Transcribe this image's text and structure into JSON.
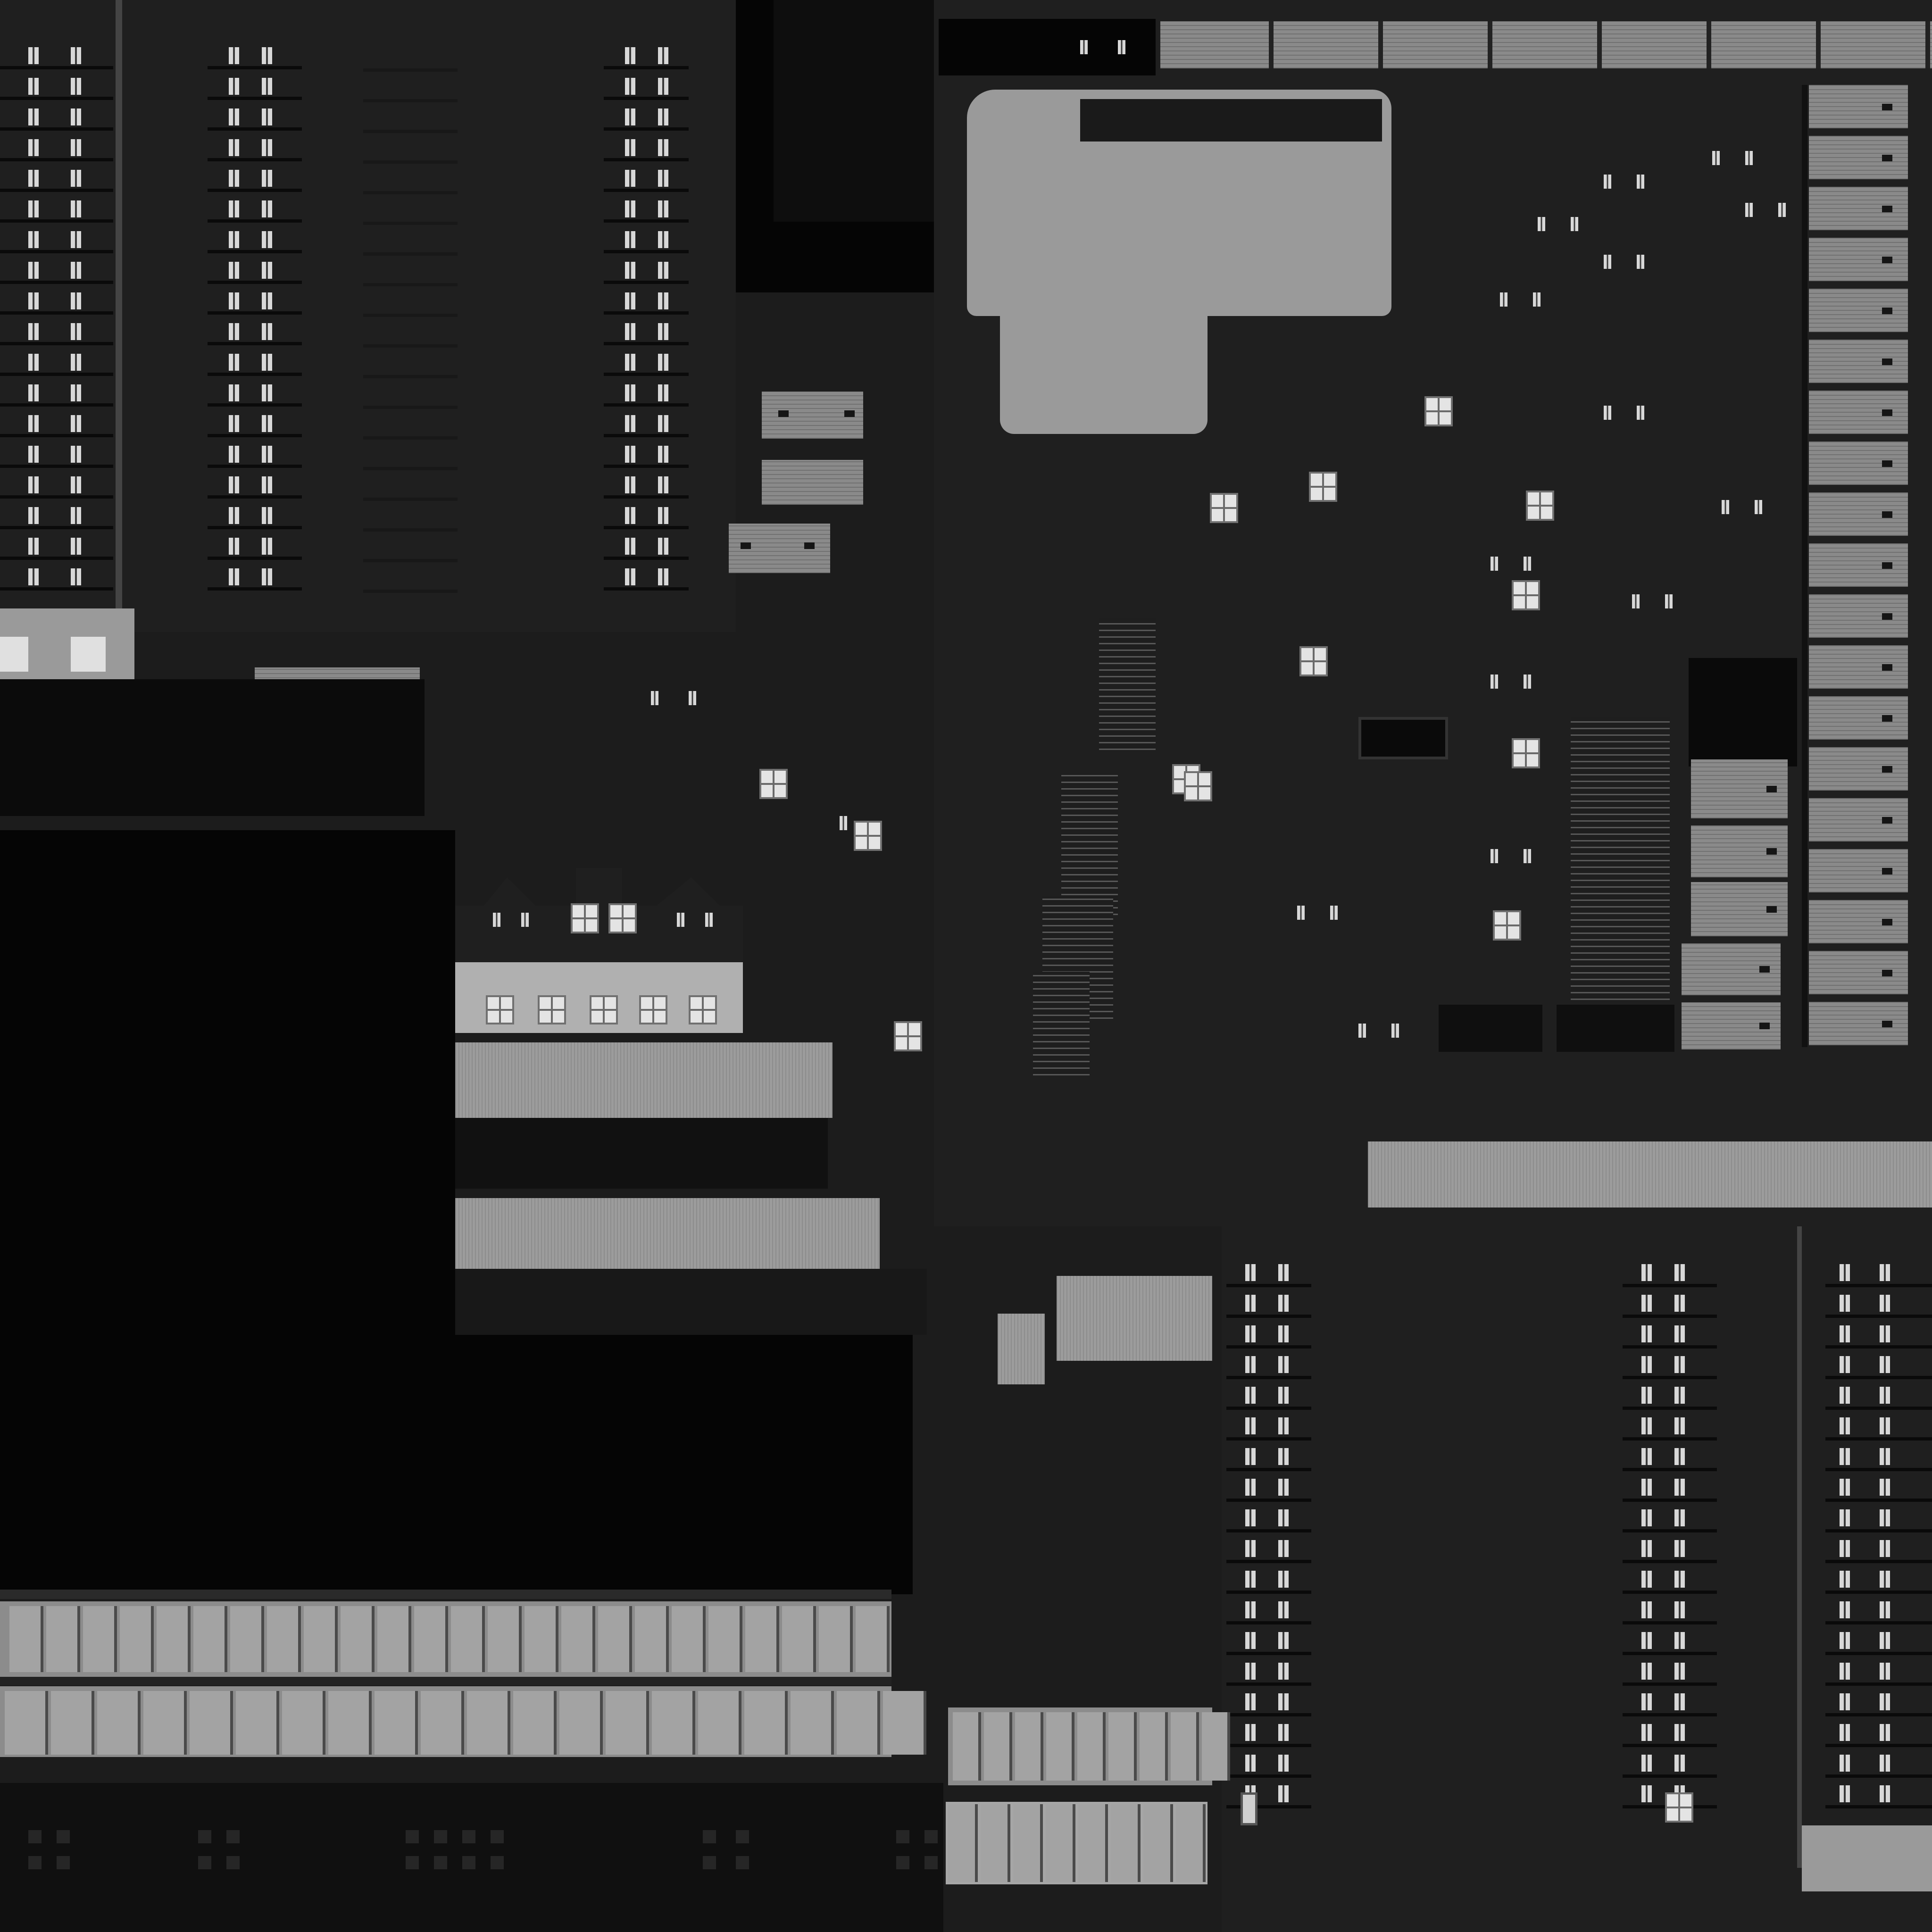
{
  "atlas": {
    "kind": "building-facade texture atlas",
    "printed_text": "",
    "palette": {
      "background": "#1c1c1c",
      "wall_dark": "#1f1f1f",
      "shadow": "#050505",
      "plaster": "#9a9a9a",
      "brick": "#8a8a8a",
      "window_glass": "#d8d8d8"
    },
    "regions": [
      "tower-facade-top-left",
      "tower-facade-bottom-right",
      "plaster-wall-top-center",
      "brick-strip-top-right",
      "brick-column-right",
      "storefront-strip-bottom-left",
      "storefront-strip-bottom-center",
      "shadow-panel-left",
      "stair-panels-center",
      "rowhouse-facade-center-left"
    ]
  }
}
